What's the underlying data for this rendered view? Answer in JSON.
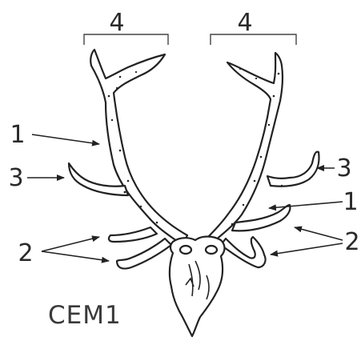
{
  "caption": "CEM1",
  "labels": {
    "top_left": "4",
    "top_right": "4",
    "left_1": "1",
    "left_3": "3",
    "left_2": "2",
    "right_3": "3",
    "right_1": "1",
    "right_2": "2"
  },
  "colors": {
    "ink": "#222222",
    "background": "#ffffff"
  }
}
